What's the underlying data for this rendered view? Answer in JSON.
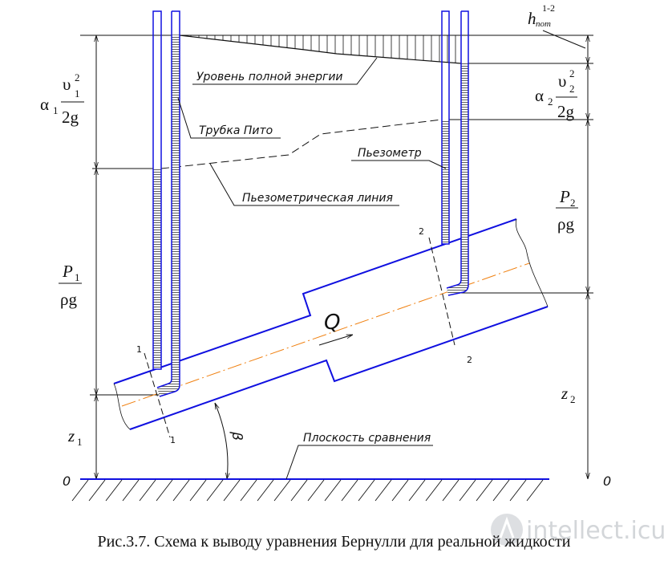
{
  "labels": {
    "energy_level": "Уровень полной энергии",
    "pitot_tube": "Трубка Пито",
    "piezometric_line": "Пьезометрическая линия",
    "piezometer": "Пьезометр",
    "reference_plane": "Плоскость сравнения",
    "flow": "Q",
    "angle": "β",
    "section1": "1",
    "section2": "2",
    "datum_left": "0",
    "datum_right": "0"
  },
  "formulas": {
    "alpha1": "α",
    "alpha1_sub": "1",
    "v1": "υ",
    "v1_sub": "1",
    "v1_sup": "2",
    "den1": "2g",
    "p1": "P",
    "p1_sub": "1",
    "rhog1": "ρg",
    "z1": "z",
    "z1_sub": "1",
    "h": "h",
    "h_sub": "пот",
    "h_sup": "1-2",
    "alpha2": "α",
    "alpha2_sub": "2",
    "v2": "υ",
    "v2_sub": "2",
    "v2_sup": "2",
    "den2": "2g",
    "p2": "P",
    "p2_sub": "2",
    "rhog2": "ρg",
    "z2": "z",
    "z2_sub": "2"
  },
  "caption": "Рис.3.7. Схема к выводу уравнения Бернулли для реальной жидкости",
  "watermark": "intellect.icu",
  "colors": {
    "pipe": "#1010e0",
    "centerline": "#f08010",
    "line": "#111111"
  }
}
